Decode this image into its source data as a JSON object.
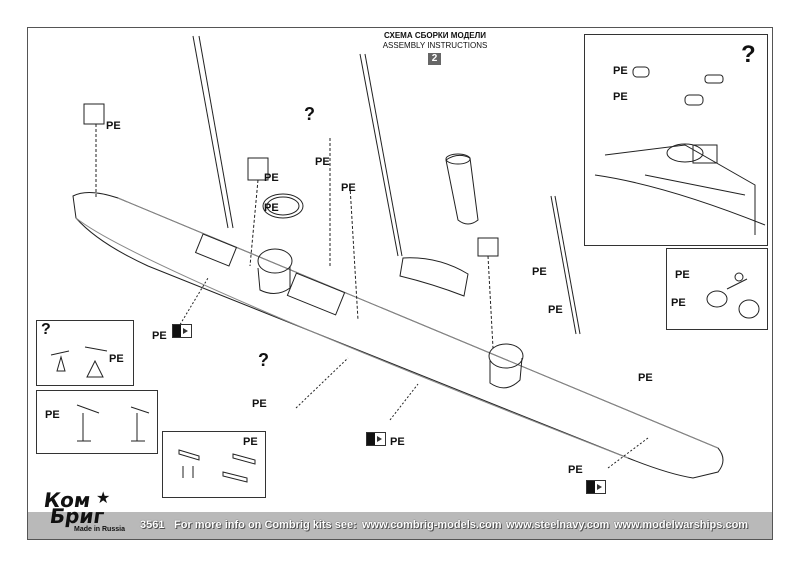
{
  "header": {
    "title_ru": "СХЕМА СБОРКИ МОДЕЛИ",
    "title_en": "ASSEMBLY INSTRUCTIONS",
    "step_number": "2"
  },
  "labels": {
    "pe": "PE",
    "question": "?"
  },
  "footer": {
    "brand_line1": "Ком",
    "brand_line2": "Бриг",
    "made_in": "Made in Russia",
    "kit_code": "3561",
    "info": "For more info on Combrig kits see:",
    "url1": "www.combrig-models.com",
    "url2": "www.steelnavy.com",
    "url3": "www.modelwarships.com"
  }
}
